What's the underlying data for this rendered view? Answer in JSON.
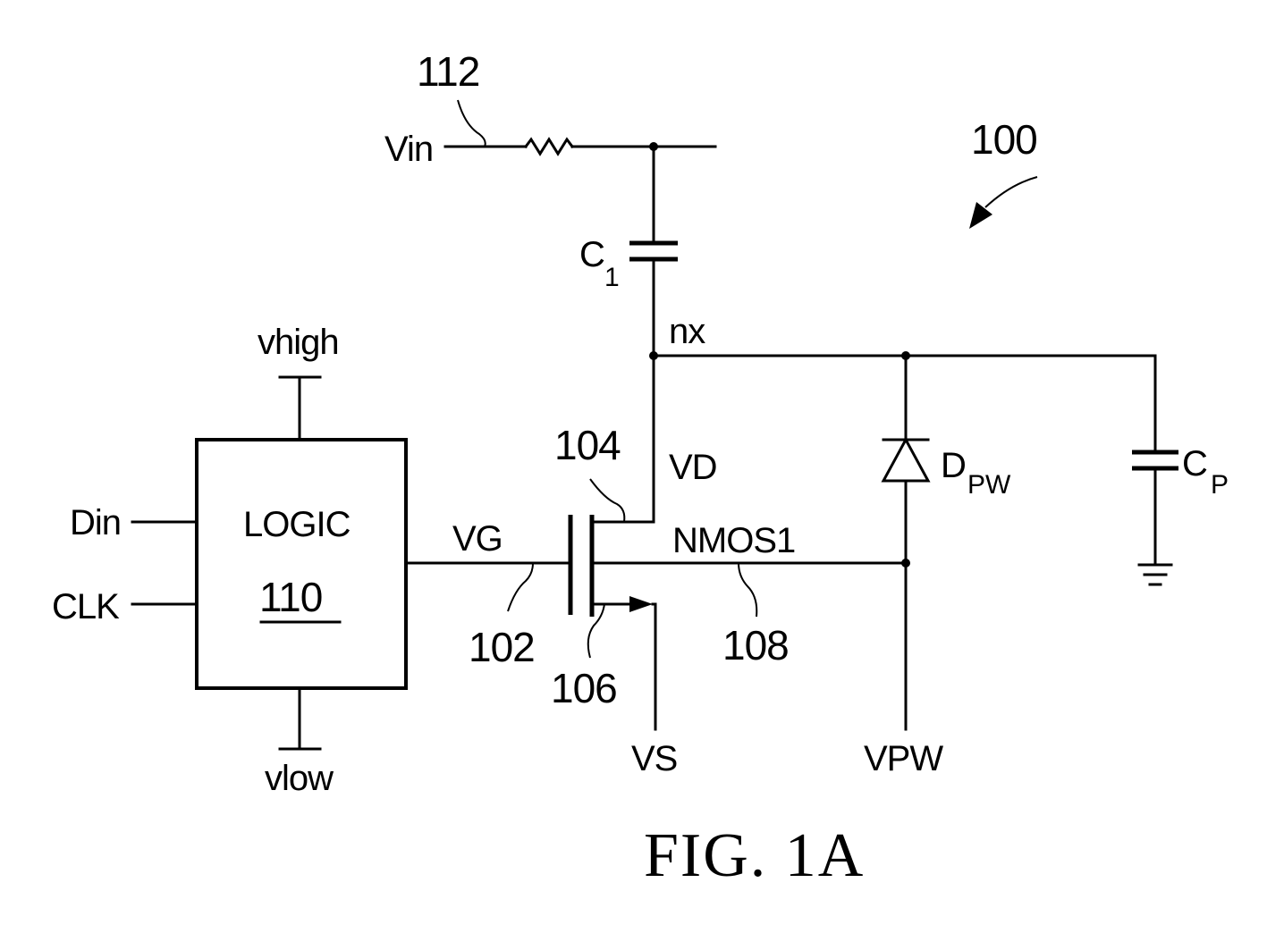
{
  "figure": {
    "caption": "FIG. 1A",
    "reference": "100"
  },
  "labels": {
    "vin": "Vin",
    "ref_resistor": "112",
    "c1_main": "C",
    "c1_sub": "1",
    "nx": "nx",
    "vhigh": "vhigh",
    "vlow": "vlow",
    "din": "Din",
    "clk": "CLK",
    "logic_title": "LOGIC",
    "logic_ref": "110",
    "vg": "VG",
    "ref_gate": "102",
    "ref_drain": "104",
    "ref_source": "106",
    "ref_body": "108",
    "vd": "VD",
    "vs": "VS",
    "nmos": "NMOS1",
    "dpw_main": "D",
    "dpw_sub": "PW",
    "cp_main": "C",
    "cp_sub": "P",
    "vpw": "VPW"
  },
  "colors": {
    "ink": "#000000",
    "background": "#ffffff"
  }
}
